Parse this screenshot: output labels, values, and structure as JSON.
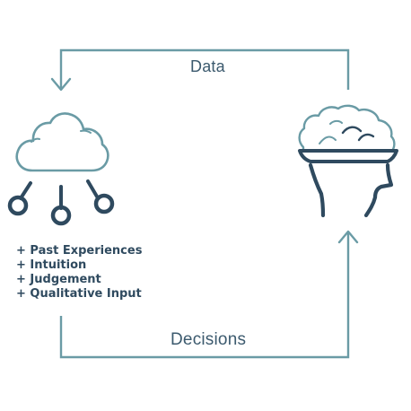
{
  "flow_labels": {
    "top": "Data",
    "bottom": "Decisions"
  },
  "factors": [
    "+ Past Experiences",
    "+ Intuition",
    "+ Judgement",
    "+ Qualitative Input"
  ],
  "icons": {
    "left": "cloud-network-icon",
    "right": "head-brain-icon"
  },
  "colors": {
    "line": "#6a9ba5",
    "dark": "#2f4a5f",
    "text": "#3c5a6e"
  }
}
